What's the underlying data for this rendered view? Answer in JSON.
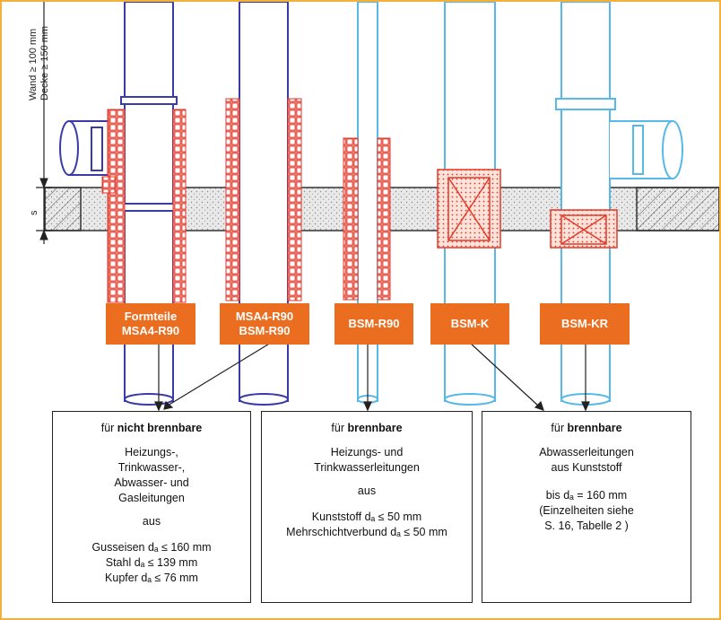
{
  "wall_labels": {
    "line1": "Wand ≥ 100 mm",
    "line2": "Decke ≥ 150 mm",
    "s": "s"
  },
  "labels": [
    {
      "lines": [
        "Formteile",
        "MSA4-R90"
      ]
    },
    {
      "lines": [
        "MSA4-R90",
        "BSM-R90"
      ]
    },
    {
      "lines": [
        "BSM-R90"
      ]
    },
    {
      "lines": [
        "BSM-K"
      ]
    },
    {
      "lines": [
        "BSM-KR"
      ]
    }
  ],
  "boxes": [
    {
      "title_prefix": "für ",
      "title_bold": "nicht brennbare",
      "group1": [
        "Heizungs-,",
        "Trinkwasser-,",
        "Abwasser- und",
        "Gasleitungen"
      ],
      "mid": "aus",
      "group2": [
        "Gusseisen dₐ ≤ 160 mm",
        "Stahl dₐ ≤ 139 mm",
        "Kupfer dₐ ≤ 76 mm"
      ]
    },
    {
      "title_prefix": "für ",
      "title_bold": "brennbare",
      "group1": [
        "Heizungs- und",
        "Trinkwasserleitungen"
      ],
      "mid": "aus",
      "group2": [
        "Kunststoff dₐ ≤ 50 mm",
        "Mehrschichtverbund dₐ ≤ 50 mm"
      ]
    },
    {
      "title_prefix": "für ",
      "title_bold": "brennbare",
      "group1": [
        "Abwasserleitungen",
        "aus Kunststoff"
      ],
      "mid": "bis dₐ = 160 mm",
      "group2": [
        "(Einzelheiten siehe",
        "S. 16, Tabelle 2 )"
      ]
    }
  ],
  "colors": {
    "orange": "#ea6d20",
    "frame": "#f3b03c",
    "metal_pipe": "#3a3aa8",
    "plastic_pipe": "#58b8e8",
    "insulation": "#e23a2a"
  },
  "icons": [
    "pipe-metal",
    "pipe-plastic",
    "intumescent-wrap",
    "fire-collar"
  ]
}
